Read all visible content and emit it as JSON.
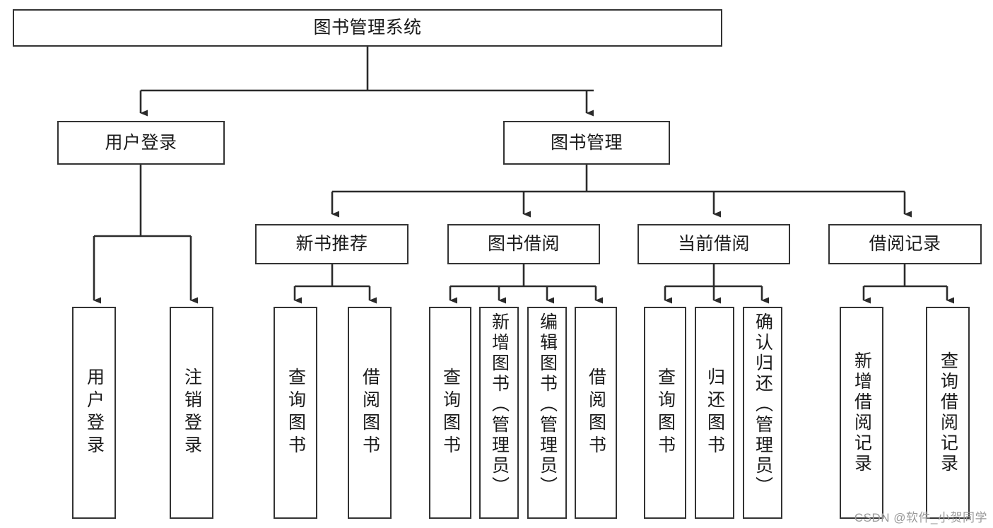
{
  "diagram": {
    "title": "图书管理系统",
    "type": "tree-hierarchy-chart",
    "watermark": "CSDN @软件_小贺同学",
    "colors": {
      "box_border": "#333333",
      "box_fill": "#ffffff",
      "connector": "#2b2b2b",
      "text": "#1a1a1a",
      "watermark": "#9a9a9a"
    },
    "nodes": {
      "root": {
        "label": "图书管理系统"
      },
      "level2": [
        {
          "id": "user-login",
          "label": "用户登录"
        },
        {
          "id": "book-manage",
          "label": "图书管理"
        }
      ],
      "level3": [
        {
          "id": "new-book-recommend",
          "label": "新书推荐"
        },
        {
          "id": "book-borrow",
          "label": "图书借阅"
        },
        {
          "id": "current-borrow",
          "label": "当前借阅"
        },
        {
          "id": "borrow-record",
          "label": "借阅记录"
        }
      ],
      "leaves": [
        {
          "id": "leaf-user-login",
          "label": "用户登录",
          "parent": "user-login"
        },
        {
          "id": "leaf-logout-login",
          "label": "注销登录",
          "parent": "user-login"
        },
        {
          "id": "leaf-query-book-1",
          "label": "查询图书",
          "parent": "new-book-recommend"
        },
        {
          "id": "leaf-borrow-book-1",
          "label": "借阅图书",
          "parent": "new-book-recommend"
        },
        {
          "id": "leaf-query-book-2",
          "label": "查询图书",
          "parent": "book-borrow"
        },
        {
          "id": "leaf-add-book",
          "label": "新增图书（管理员）",
          "parent": "book-borrow"
        },
        {
          "id": "leaf-edit-book",
          "label": "编辑图书（管理员）",
          "parent": "book-borrow"
        },
        {
          "id": "leaf-borrow-book-2",
          "label": "借阅图书",
          "parent": "book-borrow"
        },
        {
          "id": "leaf-query-book-3",
          "label": "查询图书",
          "parent": "current-borrow"
        },
        {
          "id": "leaf-return-book",
          "label": "归还图书",
          "parent": "current-borrow"
        },
        {
          "id": "leaf-confirm-return",
          "label": "确认归还（管理员）",
          "parent": "current-borrow"
        },
        {
          "id": "leaf-add-record",
          "label": "新增借阅记录",
          "parent": "borrow-record"
        },
        {
          "id": "leaf-query-record",
          "label": "查询借阅记录",
          "parent": "borrow-record"
        }
      ]
    }
  }
}
